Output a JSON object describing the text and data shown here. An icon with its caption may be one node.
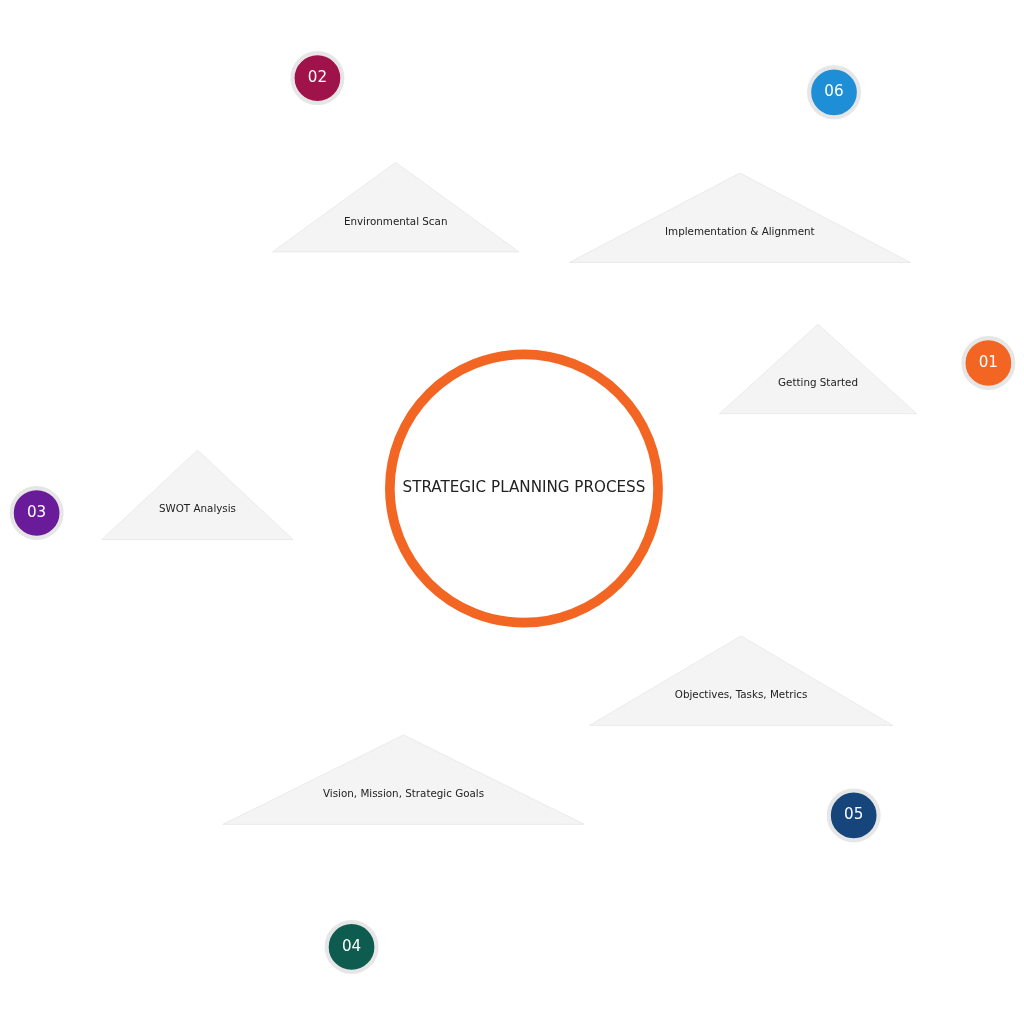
{
  "diagram": {
    "nodes": [
      {
        "text": [
          "STRATEGIC PLANNING PROCESS"
        ]
      },
      {
        "text": [
          "01"
        ]
      },
      {
        "text": [
          "Getting Started"
        ]
      },
      {
        "text": [
          "02"
        ]
      },
      {
        "text": [
          "Environmental Scan"
        ]
      },
      {
        "text": [
          "03"
        ]
      },
      {
        "text": [
          "SWOT Analysis"
        ]
      },
      {
        "text": [
          "04"
        ]
      },
      {
        "text": [
          "Vision, Mission, Strategic Goals"
        ]
      },
      {
        "text": [
          "05"
        ]
      },
      {
        "text": [
          "Objectives, Tasks, Metrics"
        ]
      },
      {
        "text": [
          "06"
        ]
      },
      {
        "text": [
          "Implementation & Alignment"
        ]
      }
    ],
    "edges": []
  }
}
